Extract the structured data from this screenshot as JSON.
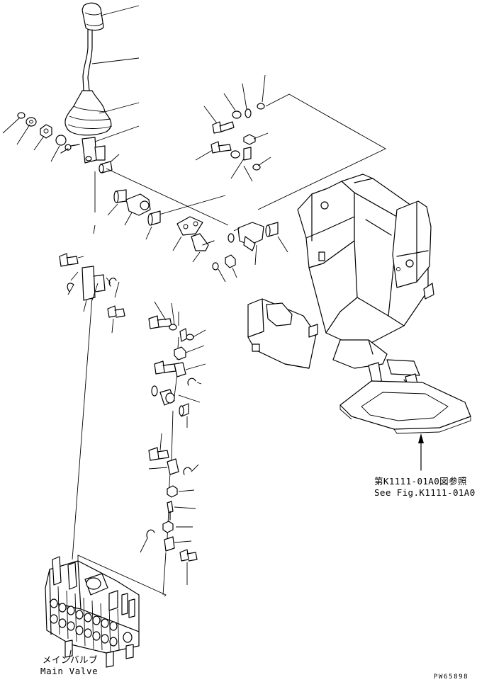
{
  "diagram": {
    "reference": {
      "japanese": "第K1111-01A0図参照",
      "english": "See Fig.K1111-01A0"
    },
    "main_valve": {
      "japanese": "メインバルブ",
      "english": "Main Valve"
    },
    "drawing_code": "PW65898"
  }
}
